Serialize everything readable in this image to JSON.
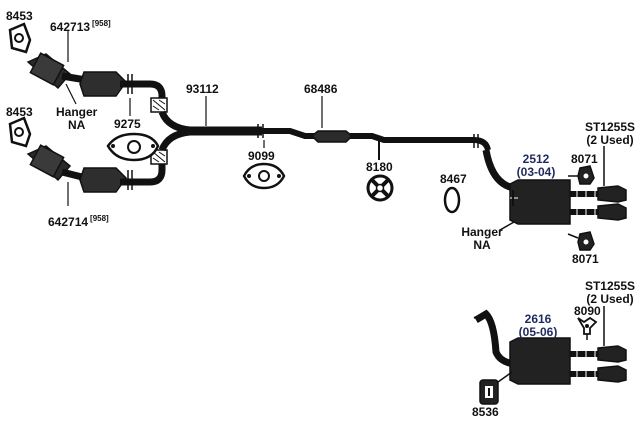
{
  "parts": {
    "gasket_upper": "8453",
    "converter_upper": "642713",
    "converter_upper_note": "[958]",
    "hanger_left_line1": "Hanger",
    "hanger_left_line2": "NA",
    "gasket_mid_left": "9275",
    "gasket_lower": "8453",
    "converter_lower": "642714",
    "converter_lower_note": "[958]",
    "y_pipe": "93112",
    "gasket_mid": "9099",
    "resonator_pipe": "68486",
    "hanger_8180": "8180",
    "gasket_8467": "8467",
    "muffler_upper": "2512",
    "muffler_upper_years": "(03-04)",
    "hanger_right_line1": "Hanger",
    "hanger_right_line2": "NA",
    "insulator_upper": "8071",
    "insulator_lower": "8071",
    "tip_upper": "ST1255S",
    "tip_upper_qty": "(2 Used)",
    "muffler_lower": "2616",
    "muffler_lower_years": "(05-06)",
    "bracket_8090": "8090",
    "tip_lower": "ST1255S",
    "tip_lower_qty": "(2 Used)",
    "hanger_8536": "8536"
  }
}
